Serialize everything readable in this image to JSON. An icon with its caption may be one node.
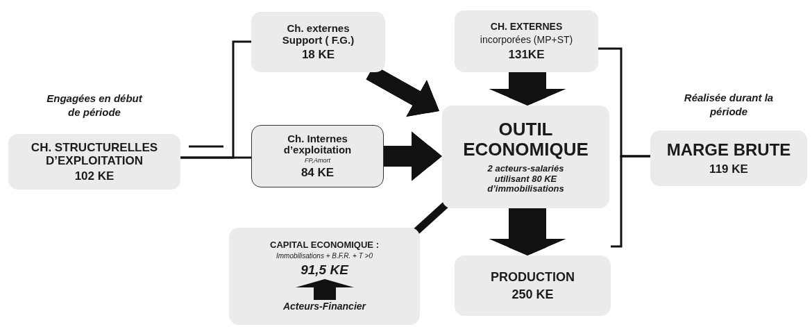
{
  "diagram": {
    "nodes": [
      {
        "text": [
          "CH. STRUCTURELLES D’EXPLOITATION",
          "102 KE"
        ],
        "beside": [
          "Engagées en début de période"
        ]
      },
      {
        "text": [
          "Ch. externes Support ( F.G.)",
          "18 KE"
        ]
      },
      {
        "text": [
          "Ch. Internes d’exploitation",
          "FP,Amort",
          "84 KE"
        ]
      },
      {
        "text": [
          "CH. EXTERNES",
          "incorporées (MP+ST)",
          "131KE"
        ]
      },
      {
        "text": [
          "OUTIL ECONOMIQUE",
          "2 acteurs-salariés utilisant 80 KE d’immobilisations"
        ]
      },
      {
        "text": [
          "CAPITAL ECONOMIQUE :",
          "Immobilisations + B.F.R. + T >0",
          "91,5 KE",
          "Acteurs-Financier"
        ]
      },
      {
        "text": [
          "PRODUCTION",
          "250 KE"
        ]
      },
      {
        "text": [
          "MARGE BRUTE",
          "119 KE"
        ],
        "beside": [
          "Réalisée durant la période"
        ]
      }
    ],
    "edges": [
      {
        "from": 0,
        "to": 1,
        "arrow": "none"
      },
      {
        "from": 0,
        "to": 2,
        "arrow": "none"
      },
      {
        "from": 1,
        "to": 4,
        "arrow": "to",
        "style": "thick"
      },
      {
        "from": 2,
        "to": 4,
        "arrow": "to",
        "style": "thick"
      },
      {
        "from": 3,
        "to": 4,
        "arrow": "to",
        "style": "thick"
      },
      {
        "from": 4,
        "to": 6,
        "arrow": "to",
        "style": "thick"
      },
      {
        "from": 5,
        "to": 4,
        "arrow": "none"
      },
      {
        "from": 3,
        "to": 7,
        "arrow": "none"
      },
      {
        "from": 6,
        "to": 7,
        "arrow": "none"
      }
    ]
  }
}
